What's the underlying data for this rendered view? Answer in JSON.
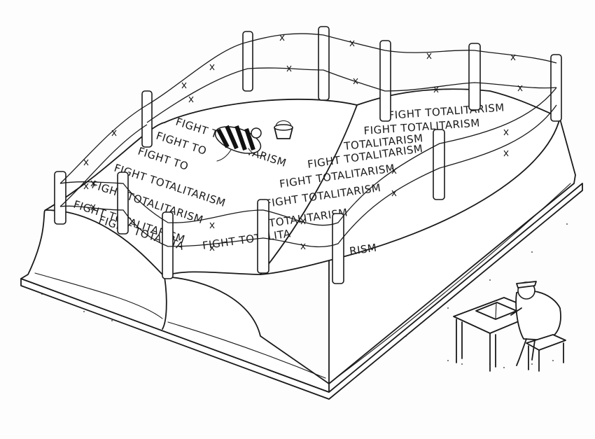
{
  "scene": {
    "slogan_full": "FIGHT TOTALITARISM",
    "slogan_short": "TOTALITARISM",
    "slogan_fragment_a": "FIGHT TO",
    "slogan_fragment_b": "TALITARISM",
    "slogan_fragment_c": "TOTALITA",
    "slogan_fragment_d": "RISM",
    "slogan_fragment_e": "FIGHT TOTALITA"
  }
}
